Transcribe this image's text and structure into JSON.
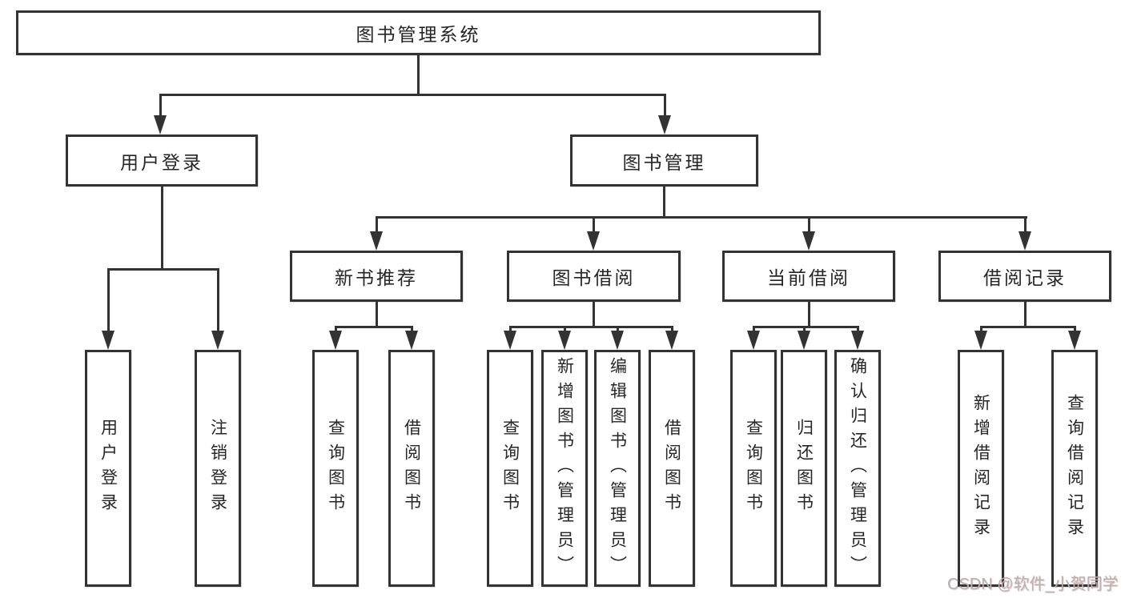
{
  "diagram": {
    "type": "hierarchy-tree",
    "nodes": {
      "root": "图书管理系统",
      "user_login": "用户登录",
      "book_mgmt": "图书管理",
      "new_book_rec": "新书推荐",
      "book_borrow": "图书借阅",
      "current_borrow": "当前借阅",
      "borrow_records": "借阅记录",
      "login_leaf": "用户登录",
      "logout_leaf": "注销登录",
      "nb_query": "查询图书",
      "nb_borrow": "借阅图书",
      "bb_query": "查询图书",
      "bb_add": "新增图书（管理员）",
      "bb_edit": "编辑图书（管理员）",
      "bb_borrow": "借阅图书",
      "cb_query": "查询图书",
      "cb_return": "归还图书",
      "cb_confirm": "确认归还（管理员）",
      "br_add": "新增借阅记录",
      "br_query": "查询借阅记录"
    },
    "hierarchy": {
      "图书管理系统": {
        "用户登录": [
          "用户登录",
          "注销登录"
        ],
        "图书管理": {
          "新书推荐": [
            "查询图书",
            "借阅图书"
          ],
          "图书借阅": [
            "查询图书",
            "新增图书（管理员）",
            "编辑图书（管理员）",
            "借阅图书"
          ],
          "当前借阅": [
            "查询图书",
            "归还图书",
            "确认归还（管理员）"
          ],
          "借阅记录": [
            "新增借阅记录",
            "查询借阅记录"
          ]
        }
      }
    },
    "watermark": "CSDN @软件_小贺同学",
    "colors": {
      "line": "#333333",
      "box_border": "#333333",
      "text": "#262626",
      "watermark": "#b3b3b3",
      "background": "#ffffff"
    }
  }
}
